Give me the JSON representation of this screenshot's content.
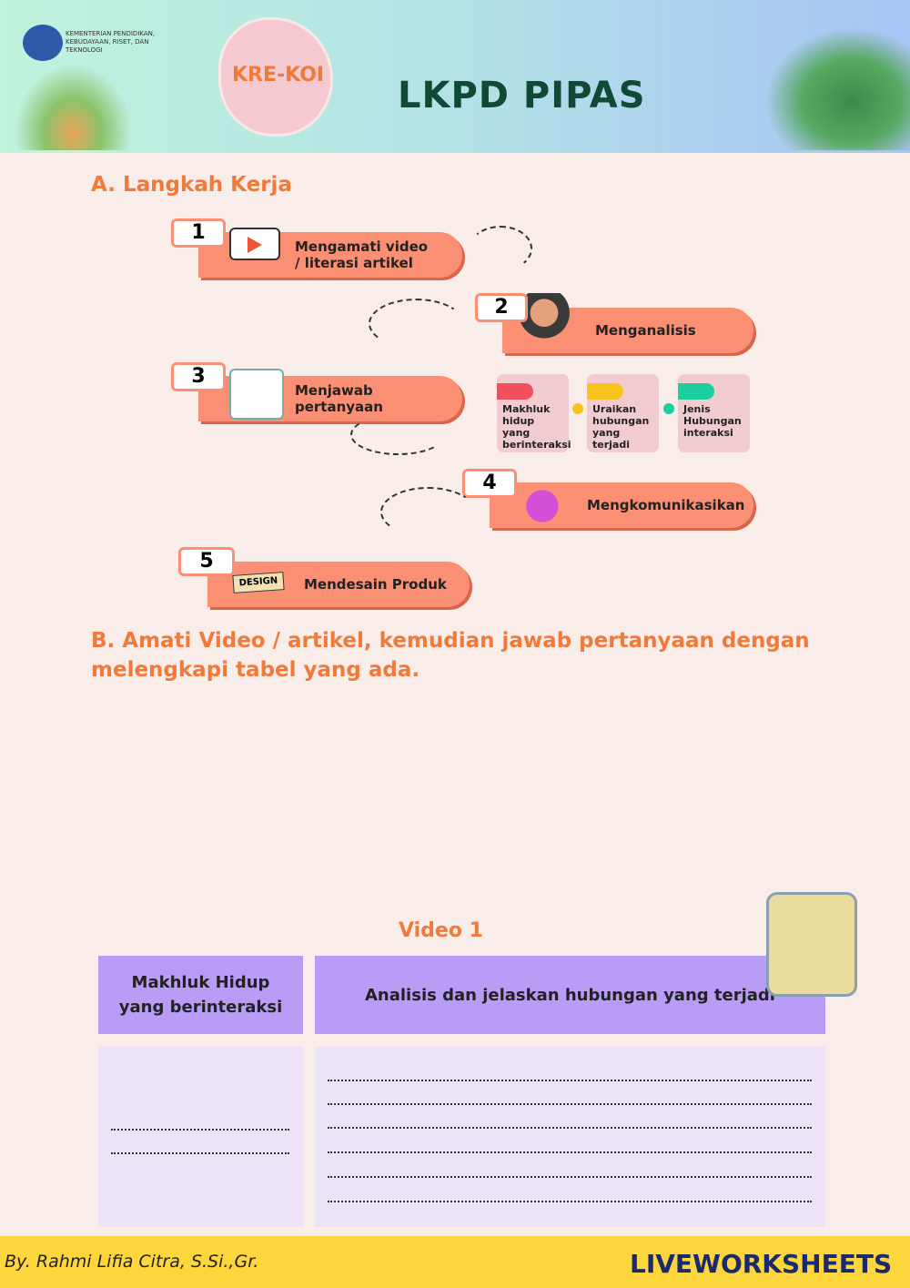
{
  "header": {
    "ministry": "KEMENTERIAN PENDIDIKAN, KEBUDAYAAN, RISET, DAN TEKNOLOGI",
    "badge": "KRE-KOI",
    "title": "LKPD PIPAS"
  },
  "sectionA": {
    "title": "A. Langkah Kerja",
    "steps": [
      {
        "num": "1",
        "label": "Mengamati video / literasi artikel"
      },
      {
        "num": "2",
        "label": "Menganalisis"
      },
      {
        "num": "3",
        "label": "Menjawab pertanyaan"
      },
      {
        "num": "4",
        "label": "Mengkomunikasikan"
      },
      {
        "num": "5",
        "label": "Mendesain Produk"
      }
    ],
    "cards": [
      {
        "text": "Makhluk hidup yang berinteraksi",
        "color": "#f0505e"
      },
      {
        "text": "Uraikan hubungan yang terjadi",
        "color": "#f8c21c"
      },
      {
        "text": "Jenis Hubungan interaksi",
        "color": "#1ccf9c"
      }
    ],
    "design_label": "DESIGN"
  },
  "sectionB": {
    "title": "B. Amati Video / artikel, kemudian jawab pertanyaan dengan melengkapi tabel yang ada."
  },
  "table": {
    "caption": "Video 1",
    "col1": "Makhluk Hidup yang berinteraksi",
    "col2": "Analisis dan jelaskan hubungan yang terjadi"
  },
  "footer": {
    "author": "By. Rahmi Lifia Citra, S.Si.,Gr.",
    "brand": "LIVEWORKSHEETS"
  }
}
